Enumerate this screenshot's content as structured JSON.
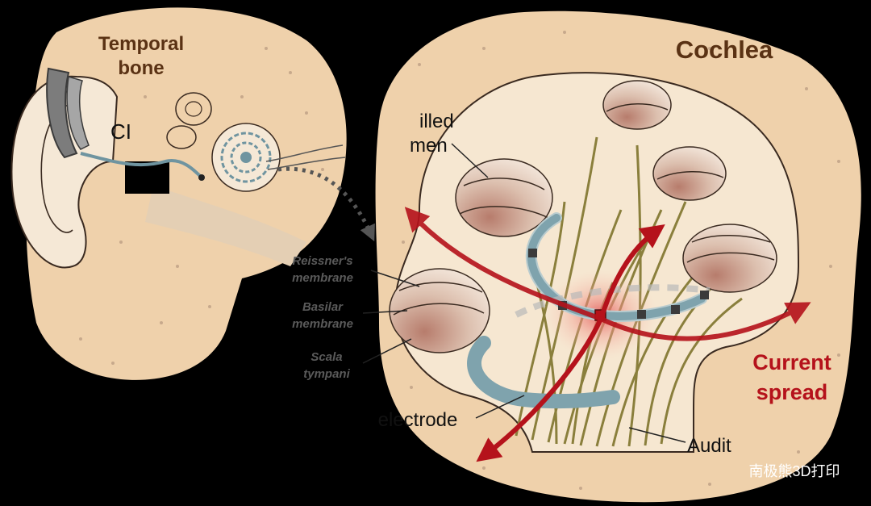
{
  "colors": {
    "background": "#000000",
    "bone": "#efd1ab",
    "skin": "#f5e8d6",
    "title_brown": "#5a3214",
    "current_red": "#b5121b",
    "electrode_blue": "#7fa3ad",
    "nerve_olive": "#8a7f3c",
    "scala_pink": "#c99a8e"
  },
  "left_panel": {
    "title_line1": "Temporal",
    "title_line2": "bone",
    "ci_label": "CI"
  },
  "right_panel": {
    "title": "Cochlea",
    "labels": {
      "cut_label_line1": "illed",
      "cut_label_line2": "men",
      "reissner_line1": "Reissner's",
      "reissner_line2": "membrane",
      "basilar_line1": "Basilar",
      "basilar_line2": "membrane",
      "scala_line1": "Scala",
      "scala_line2": "tympani",
      "electrode": "electrode",
      "auditory": "Audit",
      "current_line1": "Current",
      "current_line2": "spread"
    }
  },
  "watermark": "南极熊3D打印"
}
